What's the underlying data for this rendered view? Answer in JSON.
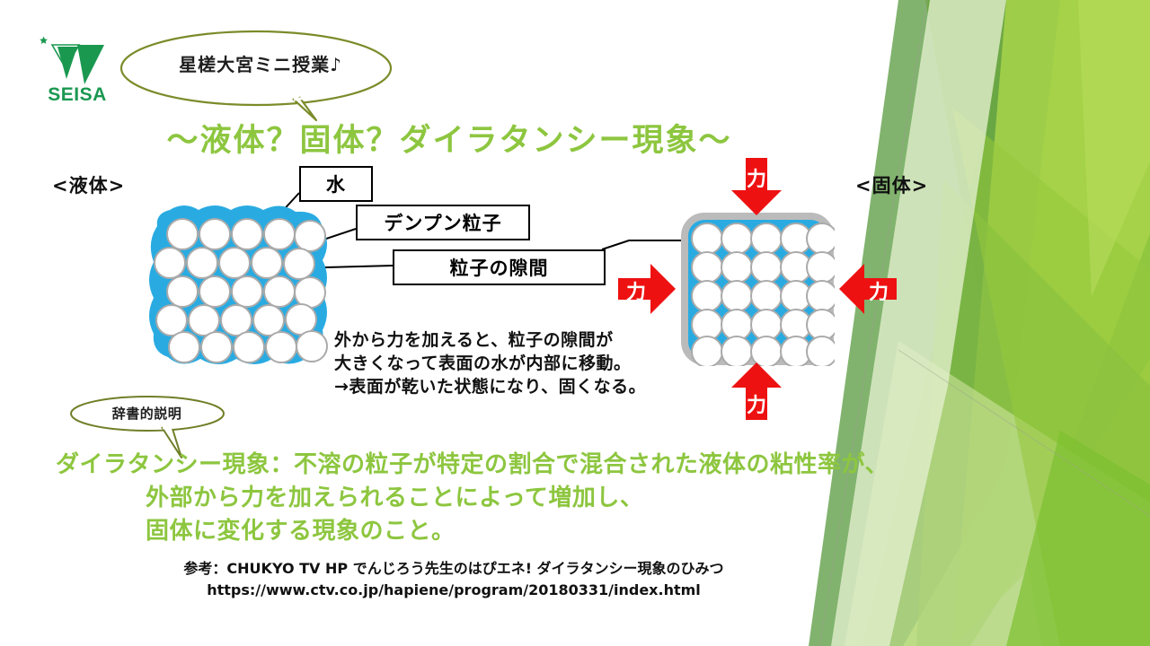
{
  "logo": {
    "name": "SEISA",
    "wordmark": "SEISA",
    "color": "#1a9850"
  },
  "bubbles": {
    "top": "星槎大宮ミニ授業♪",
    "dictionary": "辞書的説明"
  },
  "title": {
    "text": "〜液体？固体？ダイラタンシー現象〜",
    "color": "#8DC63F"
  },
  "states": {
    "liquid": "<液体>",
    "solid": "<固体>"
  },
  "callouts": {
    "water": "水",
    "starch": "デンプン粒子",
    "gap": "粒子の隙間"
  },
  "force": {
    "label": "力",
    "color": "#EE1111",
    "directions": [
      "top",
      "bottom",
      "left",
      "right"
    ]
  },
  "diagram": {
    "liquid_fill": "#29ABE2",
    "particle_fill": "#FFFFFF",
    "particle_stroke": "#AAAAAA",
    "solid_border": "#BBBBBB",
    "liquid_rows": 5,
    "liquid_cols": 5,
    "solid_rows": 5,
    "solid_cols": 5
  },
  "explanation": {
    "line1": "外から力を加えると、粒子の隙間が",
    "line2": "大きくなって表面の水が内部に移動。",
    "line3": "→表面が乾いた状態になり、固くなる。"
  },
  "definition": {
    "line1": "ダイラタンシー現象：不溶の粒子が特定の割合で混合された液体の粘性率が、",
    "line2": "外部から力を加えられることによって増加し、",
    "line3": "固体に変化する現象のこと。"
  },
  "reference": {
    "line1": "参考：CHUKYO TV HP でんじろう先生のはぴエネ! ダイラタンシー現象のひみつ",
    "line2": "https://www.ctv.co.jp/hapiene/program/20180331/index.html"
  }
}
